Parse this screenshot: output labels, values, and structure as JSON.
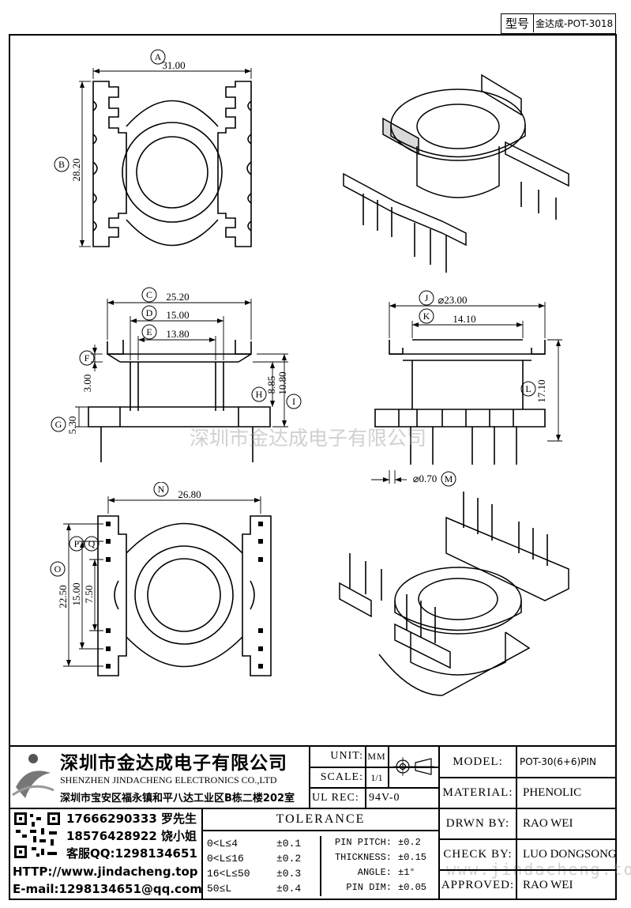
{
  "model_box": {
    "label": "型号",
    "value": "金达成-POT-3018"
  },
  "dimensions": {
    "A": {
      "label": "A",
      "value": "31.00"
    },
    "B": {
      "label": "B",
      "value": "28.20"
    },
    "C": {
      "label": "C",
      "value": "25.20"
    },
    "D": {
      "label": "D",
      "value": "15.00"
    },
    "E": {
      "label": "E",
      "value": "13.80"
    },
    "F": {
      "label": "F",
      "value": "3.00"
    },
    "G": {
      "label": "G",
      "value": "5.30"
    },
    "H": {
      "label": "H",
      "value": "8.85"
    },
    "I": {
      "label": "I",
      "value": "10.80"
    },
    "J": {
      "label": "J",
      "value": "⌀23.00"
    },
    "K": {
      "label": "K",
      "value": "14.10"
    },
    "L": {
      "label": "L",
      "value": "17.10"
    },
    "M": {
      "label": "M",
      "value": "⌀0.70"
    },
    "N": {
      "label": "N",
      "value": "26.80"
    },
    "O": {
      "label": "O",
      "value": "22.50"
    },
    "P": {
      "label": "P",
      "value": "15.00"
    },
    "Q": {
      "label": "Q",
      "value": "7.50"
    }
  },
  "watermark_center": "深圳市金达成电子有限公司",
  "watermark_bottom": "www.jindacheng.top",
  "company": {
    "name_cn": "深圳市金达成电子有限公司",
    "name_en": "SHENZHEN JINDACHENG ELECTRONICS CO.,LTD",
    "address": "深圳市宝安区福永镇和平八达工业区B栋二楼202室",
    "phone1": "17666290333 罗先生",
    "phone2": "18576428922 饶小姐",
    "qq": "客服QQ:1298134651",
    "http": "HTTP://www.jindacheng.top",
    "email": "E-mail:1298134651@qq.com"
  },
  "spec": {
    "unit_label": "UNIT:",
    "unit_value": "MM",
    "scale_label": "SCALE:",
    "scale_value": "1/1",
    "ulrec_label": "UL REC:",
    "ulrec_value": "94V-0",
    "tolerance_title": "TOLERANCE",
    "tol_rows": [
      {
        "range": "0<L≤4",
        "val": "±0.1"
      },
      {
        "range": "0<L≤16",
        "val": "±0.2"
      },
      {
        "range": "16<L≤50",
        "val": "±0.3"
      },
      {
        "range": "50≤L",
        "val": "±0.4"
      }
    ],
    "extra_rows": [
      {
        "label": "PIN PITCH:",
        "val": "±0.2"
      },
      {
        "label": "THICKNESS:",
        "val": "±0.15"
      },
      {
        "label": "ANGLE:",
        "val": "±1°"
      },
      {
        "label": "PIN DIM:",
        "val": "±0.05"
      }
    ]
  },
  "title_block": {
    "model_label": "MODEL:",
    "model_value": "POT-30(6+6)PIN",
    "material_label": "MATERIAL:",
    "material_value": "PHENOLIC",
    "drawn_label": "DRWN BY:",
    "drawn_value": "RAO WEI",
    "check_label": "CHECK BY:",
    "check_value": "LUO DONGSONG",
    "approved_label": "APPROVED:",
    "approved_value": "RAO WEI"
  }
}
